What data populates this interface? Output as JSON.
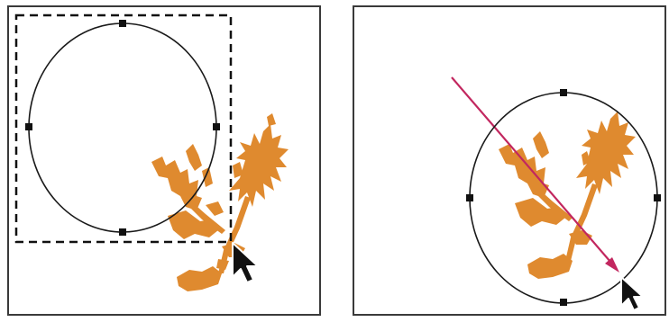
{
  "panels": [
    {
      "name": "before-drag-selection",
      "artwork": "flower-silhouette",
      "tool": "ellipse-marquee-selection",
      "elements": [
        "marquee-bounding-box",
        "ellipse-selection",
        "selection-handles",
        "arrow-cursor"
      ]
    },
    {
      "name": "after-drag-selection",
      "artwork": "flower-silhouette",
      "tool": "ellipse-marquee-selection",
      "elements": [
        "ellipse-selection",
        "selection-handles",
        "drag-direction-arrow",
        "arrow-cursor"
      ]
    }
  ],
  "colors": {
    "panel_border": "#3a3a3a",
    "ellipse_stroke": "#1a1a1a",
    "handle_fill": "#111111",
    "flower_fill": "#df8a2f",
    "drag_arrow": "#c2275f",
    "cursor_fill": "#111111",
    "marquee_dash": "#111111"
  },
  "icons": {
    "cursor": "arrow-pointer-icon",
    "handle": "square-handle-icon",
    "flower": "flower-silhouette-icon",
    "drag_arrow": "drag-direction-arrow-icon"
  }
}
